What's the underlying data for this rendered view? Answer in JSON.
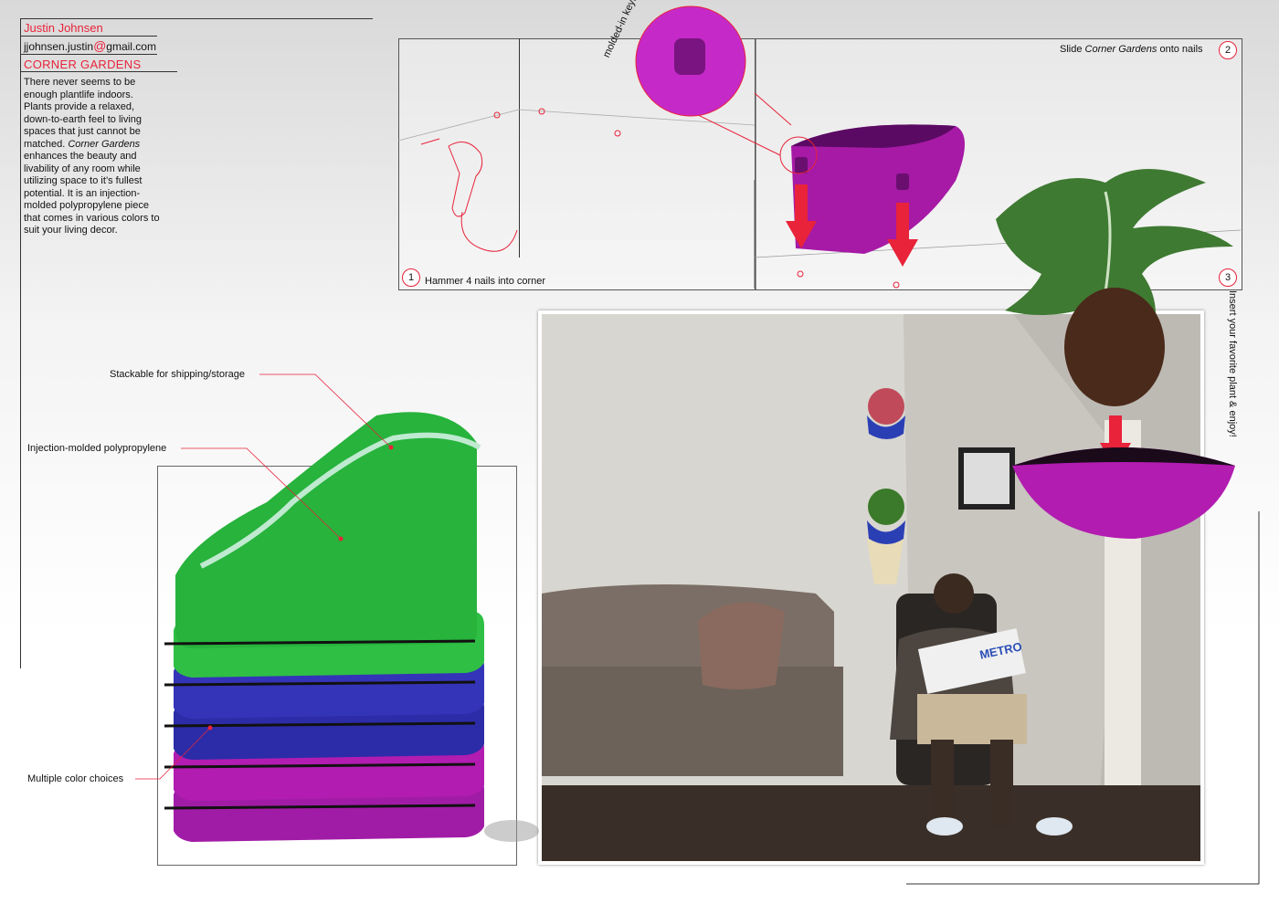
{
  "author": {
    "name": "Justin Johnsen",
    "email_user": "jjohnsen.justin",
    "email_at": "@",
    "email_domain": "gmail.com"
  },
  "product": {
    "title": "CORNER GARDENS",
    "description_pre": "There never seems to be enough plantlife indoors. Plants provide a relaxed, down-to-earth feel to living spaces that just cannot be matched. ",
    "description_em": "Corner Gardens",
    "description_post": " enhances the beauty and livability of any room while utilizing space to it’s fullest potential.  It is an injection-molded polypropylene piece that comes in various colors to suit your living decor."
  },
  "steps": [
    {
      "num": "1",
      "text": "Hammer 4 nails into corner"
    },
    {
      "num": "2",
      "text_pre": "Slide ",
      "text_em": "Corner Gardens",
      "text_post": " onto nails"
    },
    {
      "num": "3",
      "text": "Insert your favorite plant & enjoy!"
    }
  ],
  "detail_label": "molded-in keyhole",
  "callouts": {
    "stackable": "Stackable for shipping/storage",
    "material": "Injection-molded polypropylene",
    "colors": "Multiple color choices"
  },
  "magazine_text": "METRO",
  "colors": {
    "accent": "#e8233a",
    "green": "#22b83a",
    "blue": "#3434b0",
    "purple": "#b21cb0",
    "magenta": "#a020a8"
  }
}
